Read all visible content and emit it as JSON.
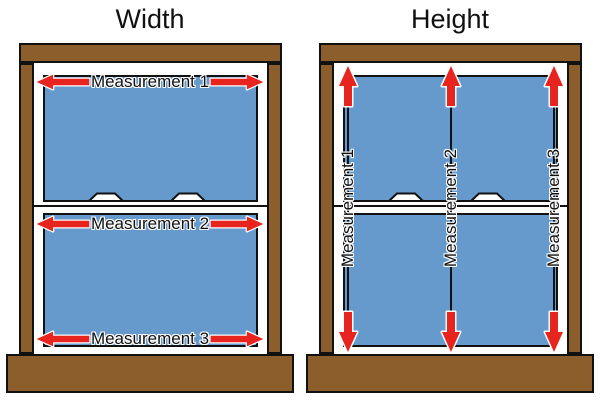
{
  "width_diagram": {
    "title": "Width",
    "measurements": [
      "Measurement 1",
      "Measurement 2",
      "Measurement 3"
    ]
  },
  "height_diagram": {
    "title": "Height",
    "measurements": [
      "Measurement 1",
      "Measurement 2",
      "Measurement 3"
    ]
  },
  "icons": {
    "arrow-left-icon": "◀ red arrow with white outline",
    "arrow-right-icon": "▶ red arrow with white outline",
    "arrow-up-icon": "▲ red arrow with white outline",
    "arrow-down-icon": "▼ red arrow with white outline"
  },
  "colors": {
    "frame_brown": "#8B5E2B",
    "glass_blue": "#6699CC",
    "arrow_red": "#E8241F",
    "outline_black": "#111111"
  }
}
